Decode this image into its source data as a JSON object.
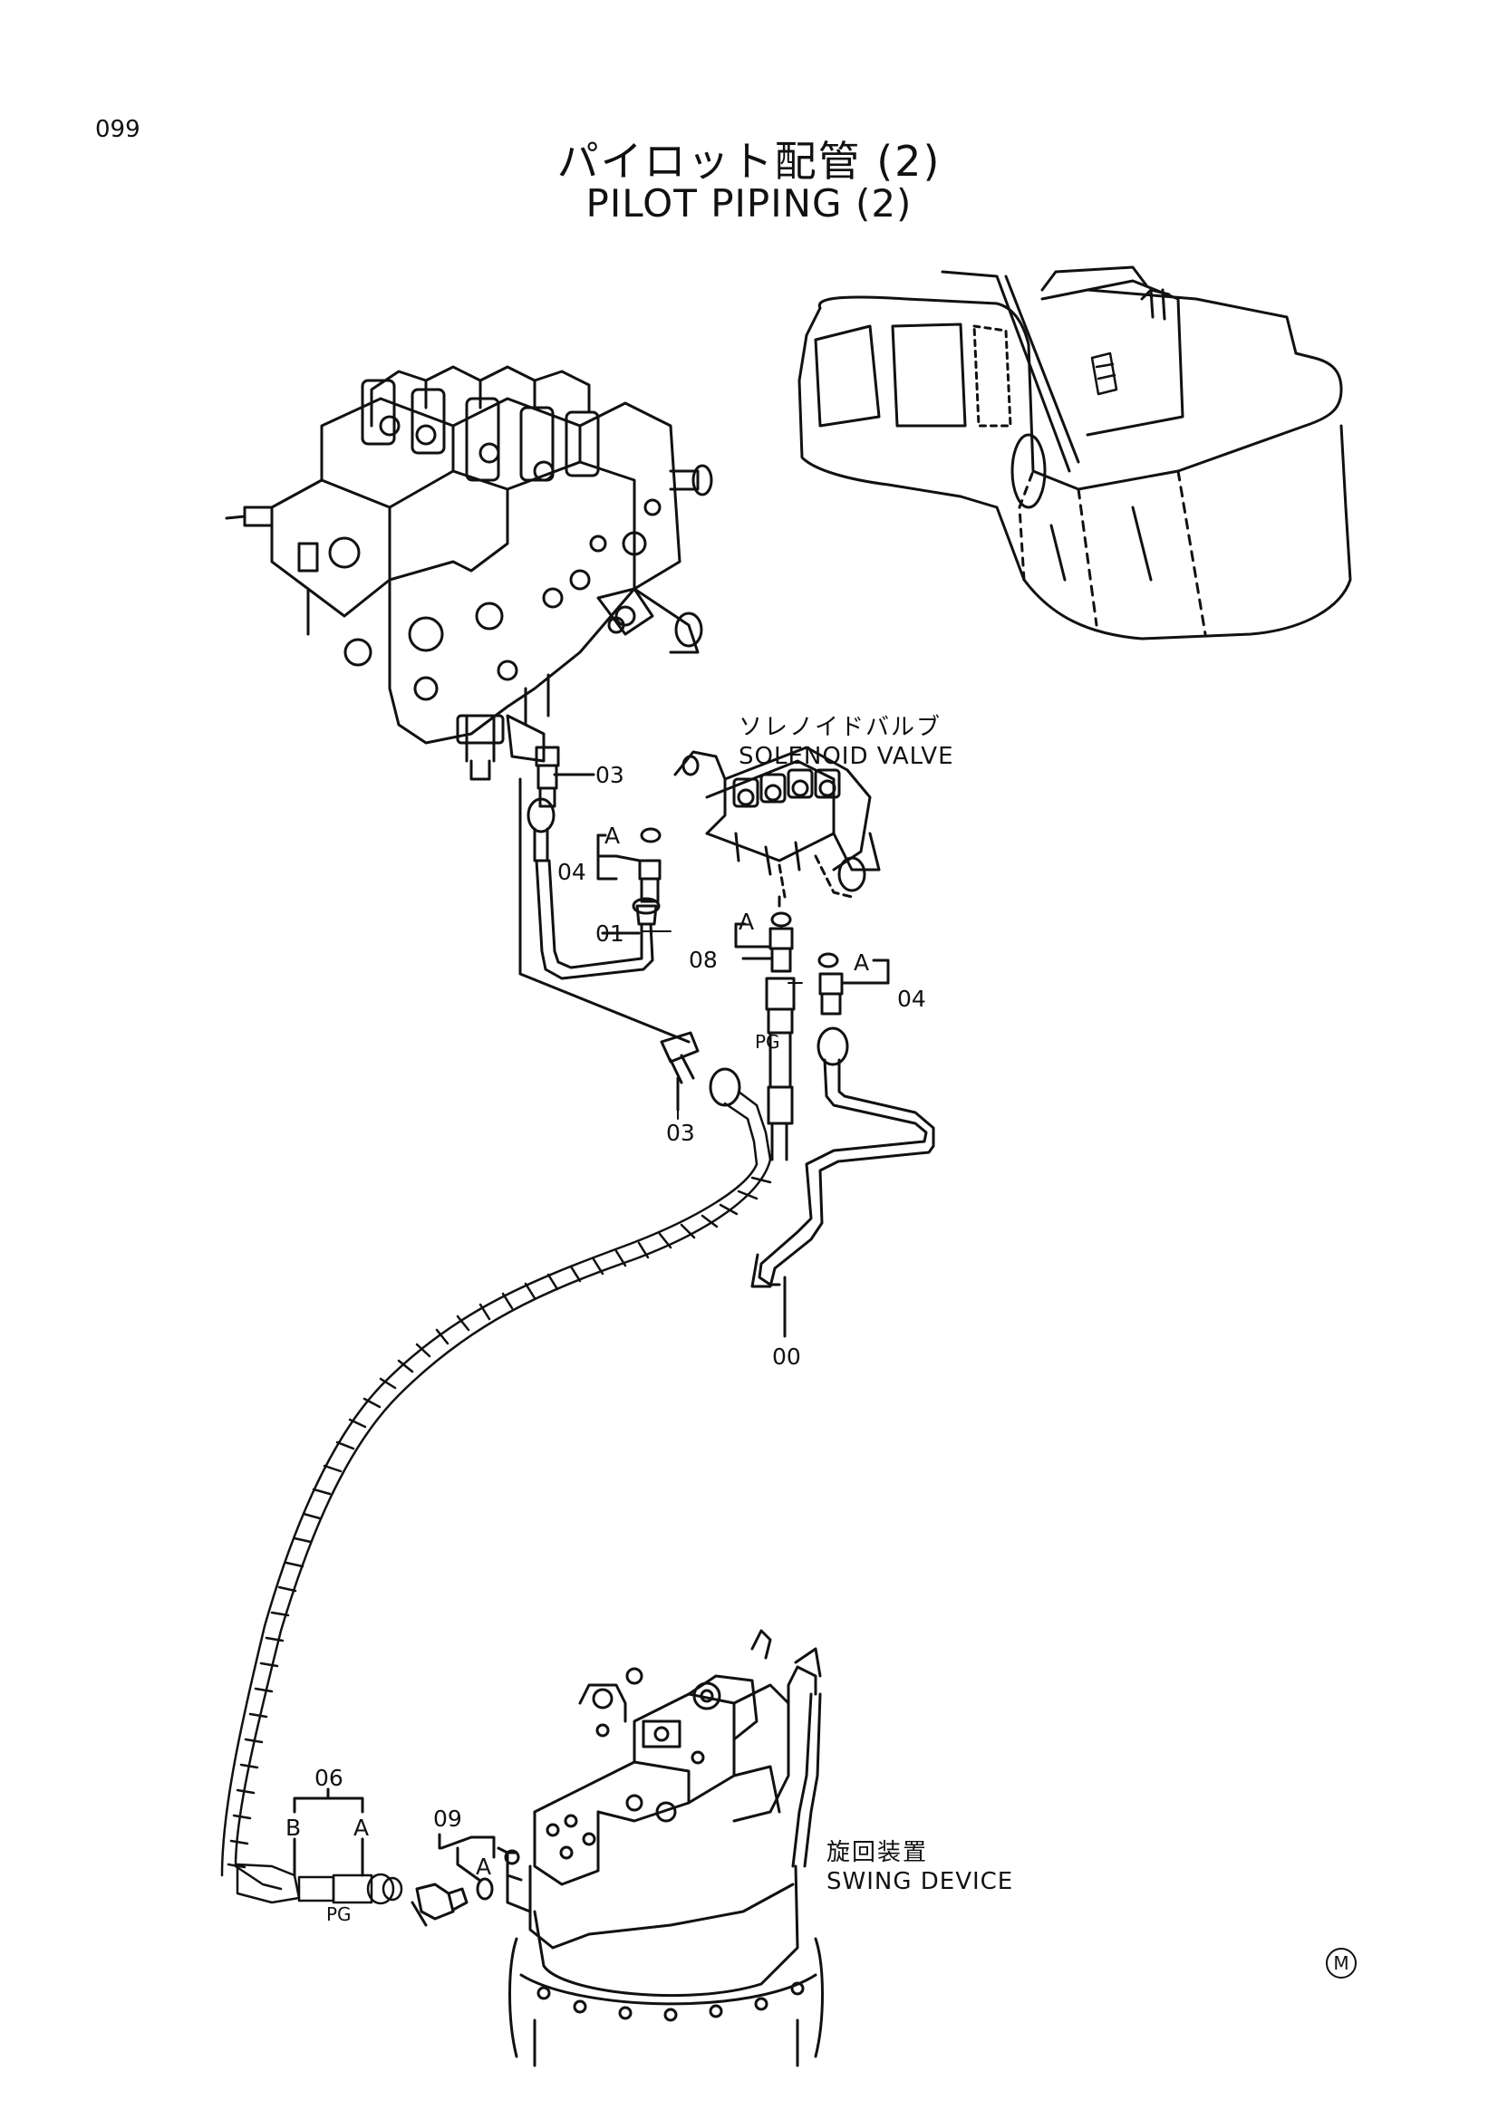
{
  "page": {
    "number": "099",
    "title_jp": "パイロット配管 (2)",
    "title_en": "PILOT PIPING (2)",
    "mark": "M"
  },
  "components": {
    "solenoid_valve_jp": "ソレノイドバルブ",
    "solenoid_valve_en": "SOLENOID VALVE",
    "swing_device_jp": "旋回装置",
    "swing_device_en": "SWING DEVICE"
  },
  "callouts": {
    "p03_top": "03",
    "p03_mid": "03",
    "p04_left": "04",
    "p04_right": "04",
    "p01": "01",
    "p08": "08",
    "p00": "00",
    "p06": "06",
    "p09": "09",
    "a_left": "A",
    "a_mid": "A",
    "a_right": "A",
    "a_bottom_06": "A",
    "a_bottom_09": "A",
    "b_bottom": "B",
    "pg_mid": "PG",
    "pg_bottom": "PG"
  }
}
